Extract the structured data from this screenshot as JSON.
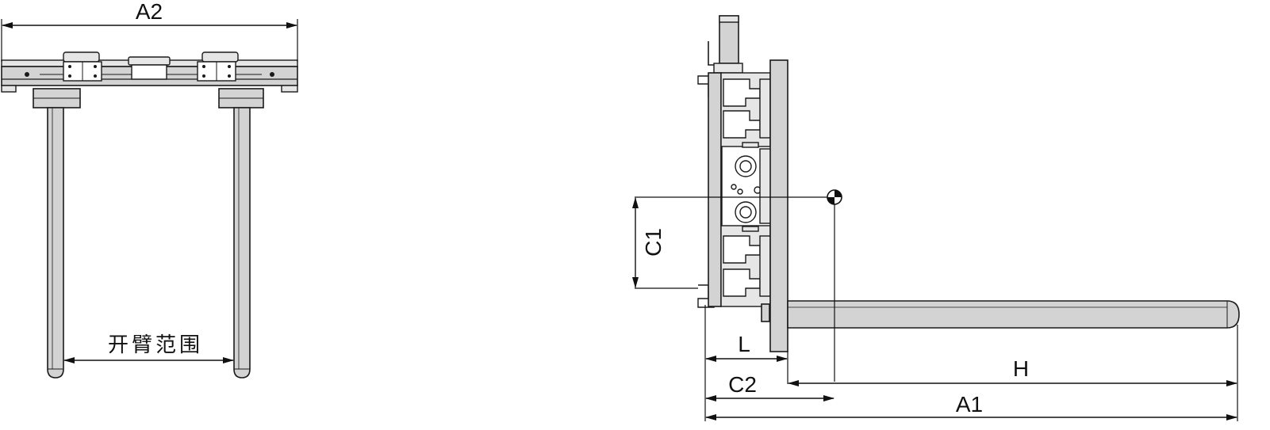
{
  "labels": {
    "a2": "A2",
    "arm_range": "开臂范围",
    "c1": "C1",
    "l": "L",
    "h": "H",
    "c2": "C2",
    "a1": "A1"
  },
  "colors": {
    "line": "#1a1a1a",
    "body_fill": "#d3d3d3",
    "light_fill": "#e6e6e6",
    "background": "#ffffff"
  }
}
